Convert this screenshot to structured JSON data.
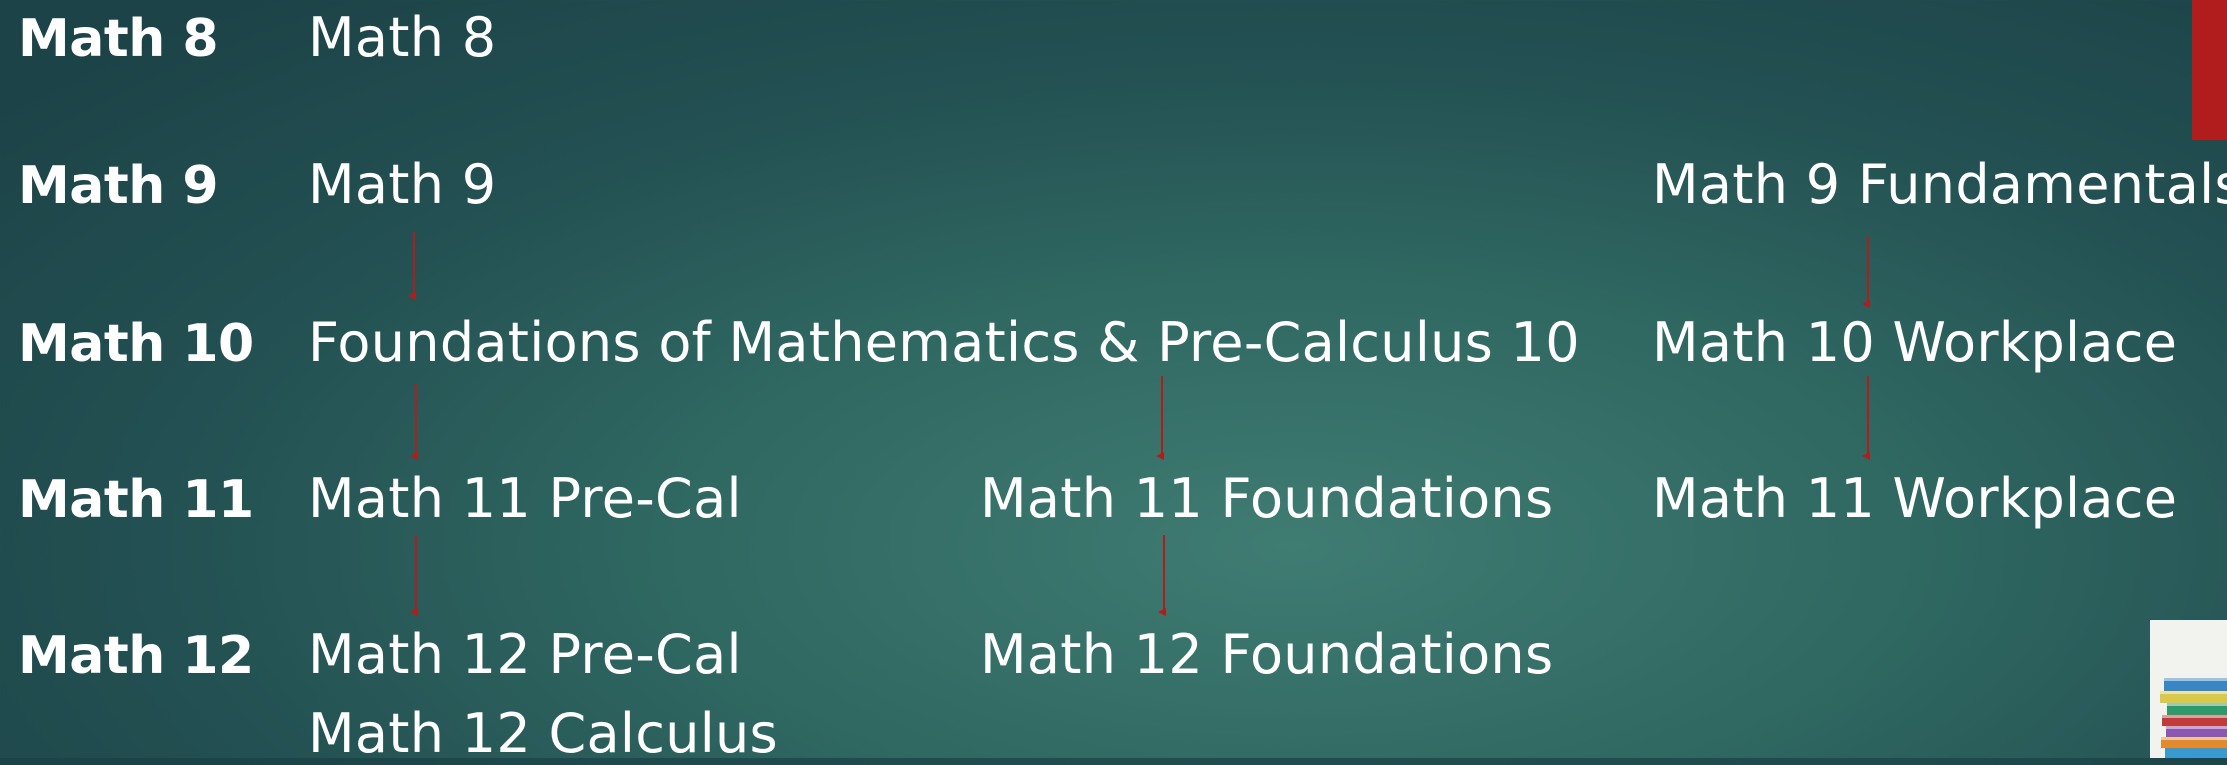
{
  "levels": [
    "Math 8",
    "Math 9",
    "Math 10",
    "Math 11",
    "Math 12"
  ],
  "courses": {
    "math8": "Math 8",
    "math9": "Math 9",
    "math9_fundamentals": "Math 9 Fundamentals",
    "foundations_precalc_10": "Foundations of Mathematics & Pre-Calculus 10",
    "math10_workplace": "Math 10 Workplace",
    "math11_precal": "Math 11 Pre-Cal",
    "math11_foundations": "Math 11 Foundations",
    "math11_workplace": "Math 11 Workplace",
    "math12_precal": "Math 12 Pre-Cal",
    "math12_calculus": "Math 12 Calculus",
    "math12_foundations": "Math 12 Foundations"
  },
  "colors": {
    "arrow": "#b11d1d",
    "text": "#ffffff"
  }
}
